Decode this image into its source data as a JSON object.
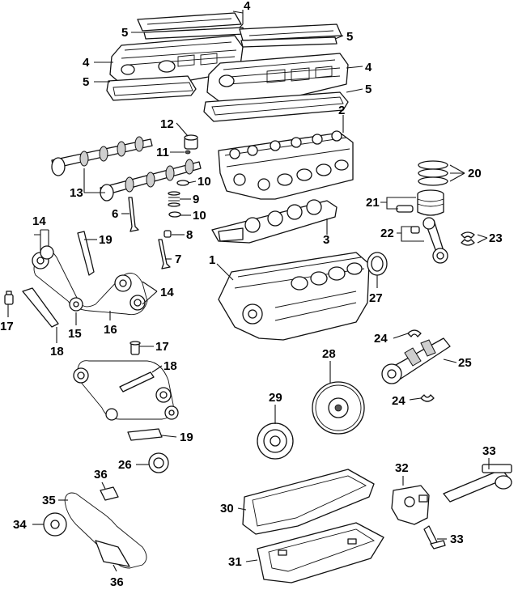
{
  "diagram": {
    "callouts": [
      {
        "id": "c4a",
        "text": "4"
      },
      {
        "id": "c5a",
        "text": "5"
      },
      {
        "id": "c5b",
        "text": "5"
      },
      {
        "id": "c4b",
        "text": "4"
      },
      {
        "id": "c4c",
        "text": "4"
      },
      {
        "id": "c5c",
        "text": "5"
      },
      {
        "id": "c5d",
        "text": "5"
      },
      {
        "id": "c2",
        "text": "2"
      },
      {
        "id": "c12",
        "text": "12"
      },
      {
        "id": "c11",
        "text": "11"
      },
      {
        "id": "c13",
        "text": "13"
      },
      {
        "id": "c10a",
        "text": "10"
      },
      {
        "id": "c9",
        "text": "9"
      },
      {
        "id": "c10b",
        "text": "10"
      },
      {
        "id": "c6",
        "text": "6"
      },
      {
        "id": "c8",
        "text": "8"
      },
      {
        "id": "c7",
        "text": "7"
      },
      {
        "id": "c3",
        "text": "3"
      },
      {
        "id": "c20",
        "text": "20"
      },
      {
        "id": "c21",
        "text": "21"
      },
      {
        "id": "c22",
        "text": "22"
      },
      {
        "id": "c23",
        "text": "23"
      },
      {
        "id": "c14a",
        "text": "14"
      },
      {
        "id": "c19a",
        "text": "19"
      },
      {
        "id": "c1",
        "text": "1"
      },
      {
        "id": "c14b",
        "text": "14"
      },
      {
        "id": "c27",
        "text": "27"
      },
      {
        "id": "c17a",
        "text": "17"
      },
      {
        "id": "c15",
        "text": "15"
      },
      {
        "id": "c16",
        "text": "16"
      },
      {
        "id": "c18a",
        "text": "18"
      },
      {
        "id": "c24a",
        "text": "24"
      },
      {
        "id": "c28",
        "text": "28"
      },
      {
        "id": "c25",
        "text": "25"
      },
      {
        "id": "c17b",
        "text": "17"
      },
      {
        "id": "c18b",
        "text": "18"
      },
      {
        "id": "c24b",
        "text": "24"
      },
      {
        "id": "c29",
        "text": "29"
      },
      {
        "id": "c19b",
        "text": "19"
      },
      {
        "id": "c26",
        "text": "26"
      },
      {
        "id": "c36a",
        "text": "36"
      },
      {
        "id": "c32",
        "text": "32"
      },
      {
        "id": "c33a",
        "text": "33"
      },
      {
        "id": "c35",
        "text": "35"
      },
      {
        "id": "c30",
        "text": "30"
      },
      {
        "id": "c34",
        "text": "34"
      },
      {
        "id": "c33b",
        "text": "33"
      },
      {
        "id": "c31",
        "text": "31"
      },
      {
        "id": "c36b",
        "text": "36"
      }
    ]
  }
}
